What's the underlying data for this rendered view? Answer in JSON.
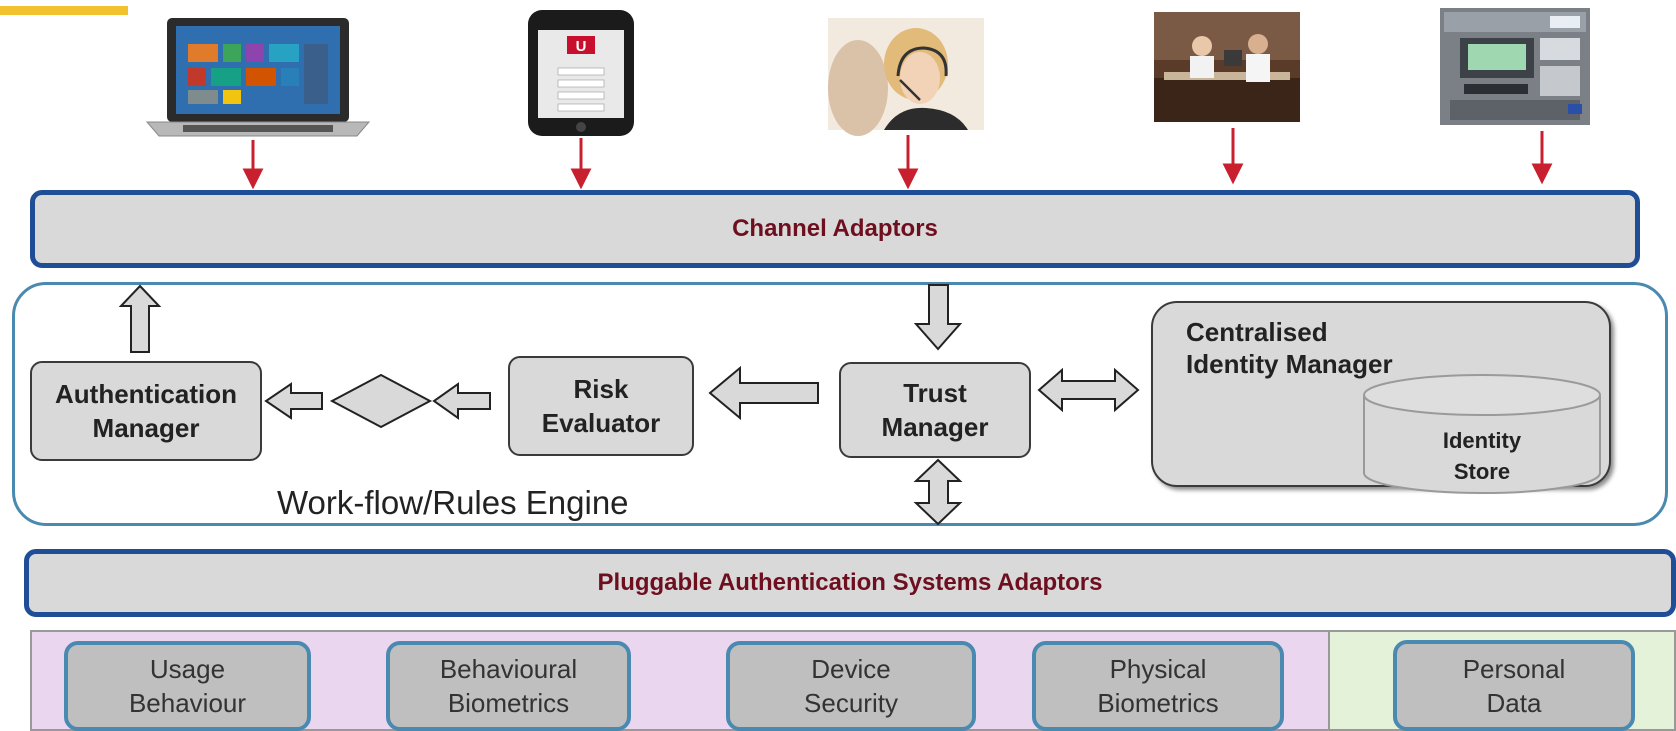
{
  "channel_adaptors": "Channel Adaptors",
  "workflow_engine": "Work-flow/Rules Engine",
  "authentication_manager": {
    "line1": "Authentication",
    "line2": "Manager"
  },
  "risk_evaluator": {
    "line1": "Risk",
    "line2": "Evaluator"
  },
  "trust_manager": {
    "line1": "Trust",
    "line2": "Manager"
  },
  "centralised_identity_manager": {
    "line1": "Centralised",
    "line2": "Identity Manager"
  },
  "identity_store": {
    "line1": "Identity",
    "line2": "Store"
  },
  "pluggable_adaptors": "Pluggable Authentication Systems Adaptors",
  "capabilities": [
    {
      "line1": "Usage",
      "line2": "Behaviour"
    },
    {
      "line1": "Behavioural",
      "line2": "Biometrics"
    },
    {
      "line1": "Device",
      "line2": "Security"
    },
    {
      "line1": "Physical",
      "line2": "Biometrics"
    },
    {
      "line1": "Personal",
      "line2": "Data"
    }
  ],
  "channel_icons": [
    "laptop-icon",
    "smartphone-icon",
    "call-center-icon",
    "branch-counter-icon",
    "atm-icon"
  ],
  "colors": {
    "bar_border": "#1f4e96",
    "bar_text": "#6e0f1f",
    "red_arrow": "#c8202f",
    "engine_border": "#4a89b0"
  }
}
